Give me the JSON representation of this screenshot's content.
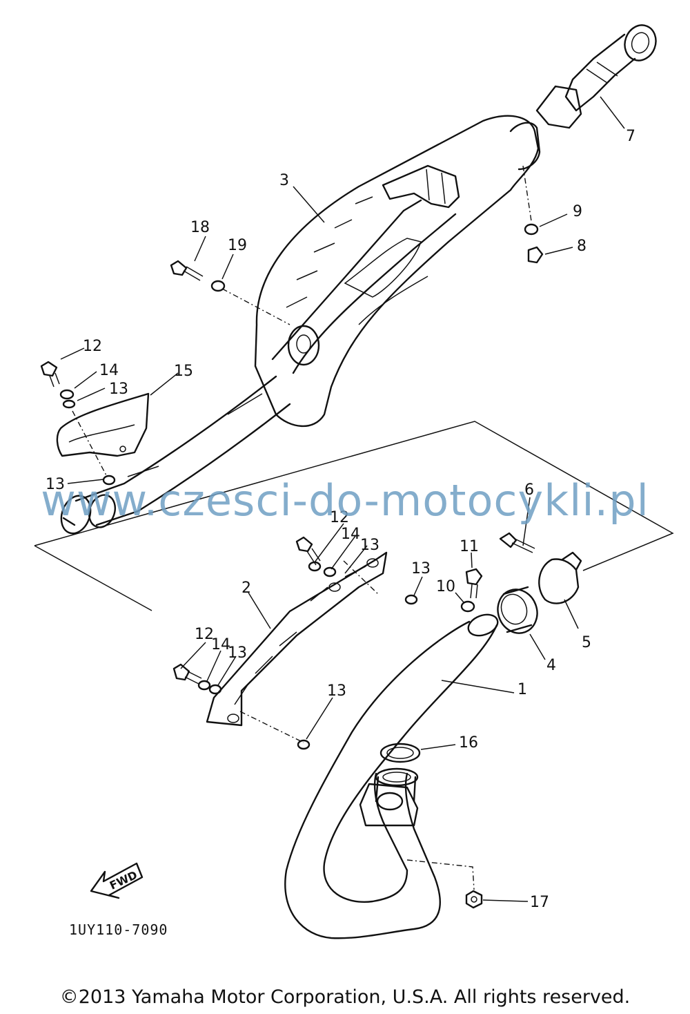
{
  "callouts": [
    {
      "id": "c1",
      "label": "1"
    },
    {
      "id": "c2",
      "label": "2"
    },
    {
      "id": "c3",
      "label": "3"
    },
    {
      "id": "c4",
      "label": "4"
    },
    {
      "id": "c5",
      "label": "5"
    },
    {
      "id": "c6",
      "label": "6"
    },
    {
      "id": "c7",
      "label": "7"
    },
    {
      "id": "c8",
      "label": "8"
    },
    {
      "id": "c9",
      "label": "9"
    },
    {
      "id": "c10",
      "label": "10"
    },
    {
      "id": "c11",
      "label": "11"
    },
    {
      "id": "c12a",
      "label": "12"
    },
    {
      "id": "c12b",
      "label": "12"
    },
    {
      "id": "c12c",
      "label": "12"
    },
    {
      "id": "c13a",
      "label": "13"
    },
    {
      "id": "c13b",
      "label": "13"
    },
    {
      "id": "c13c",
      "label": "13"
    },
    {
      "id": "c13d",
      "label": "13"
    },
    {
      "id": "c13e",
      "label": "13"
    },
    {
      "id": "c13f",
      "label": "13"
    },
    {
      "id": "c14a",
      "label": "14"
    },
    {
      "id": "c14b",
      "label": "14"
    },
    {
      "id": "c14c",
      "label": "14"
    },
    {
      "id": "c15",
      "label": "15"
    },
    {
      "id": "c16",
      "label": "16"
    },
    {
      "id": "c17",
      "label": "17"
    },
    {
      "id": "c18",
      "label": "18"
    },
    {
      "id": "c19",
      "label": "19"
    }
  ],
  "fwd_arrow_label": "FWD",
  "reference_code": "1UY110-7090",
  "watermark": "www.czesci-do-motocykli.pl",
  "copyright": "©2013 Yamaha Motor Corporation, U.S.A. All rights reserved."
}
